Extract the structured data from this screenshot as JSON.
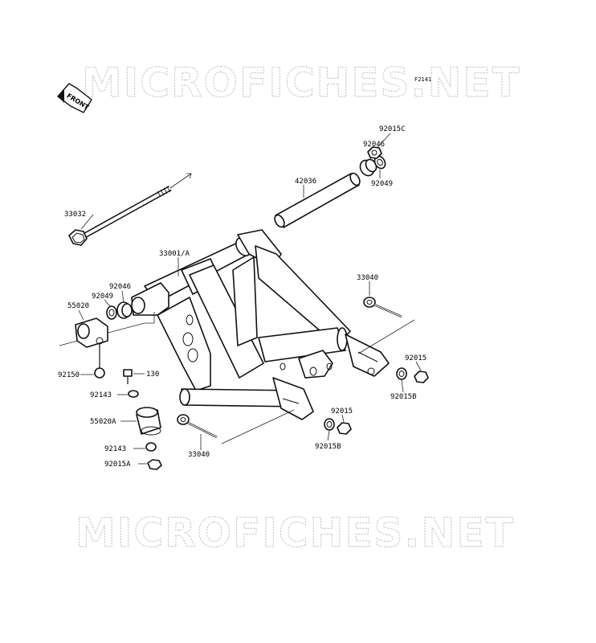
{
  "watermark": {
    "top": "MICROFICHES.NET",
    "bottom": "MICROFICHES.NET"
  },
  "figure_ref": "F2141",
  "front_label": "FRONT",
  "parts": {
    "p33032": "33032",
    "p42036": "42036",
    "p92046_top": "92046",
    "p92015C": "92015C",
    "p92049_top": "92049",
    "p33001A": "33001/A",
    "p92046_left": "92046",
    "p92049_left": "92049",
    "p55020": "55020",
    "p33040_top": "33040",
    "p92015_right": "92015",
    "p92015B_right": "92015B",
    "p92150": "92150",
    "p130": "130",
    "p92143_a": "92143",
    "p55020A": "55020A",
    "p92143_b": "92143",
    "p92015A": "92015A",
    "p33040_bottom": "33040",
    "p92015_bottom": "92015",
    "p92015B_bottom": "92015B"
  }
}
